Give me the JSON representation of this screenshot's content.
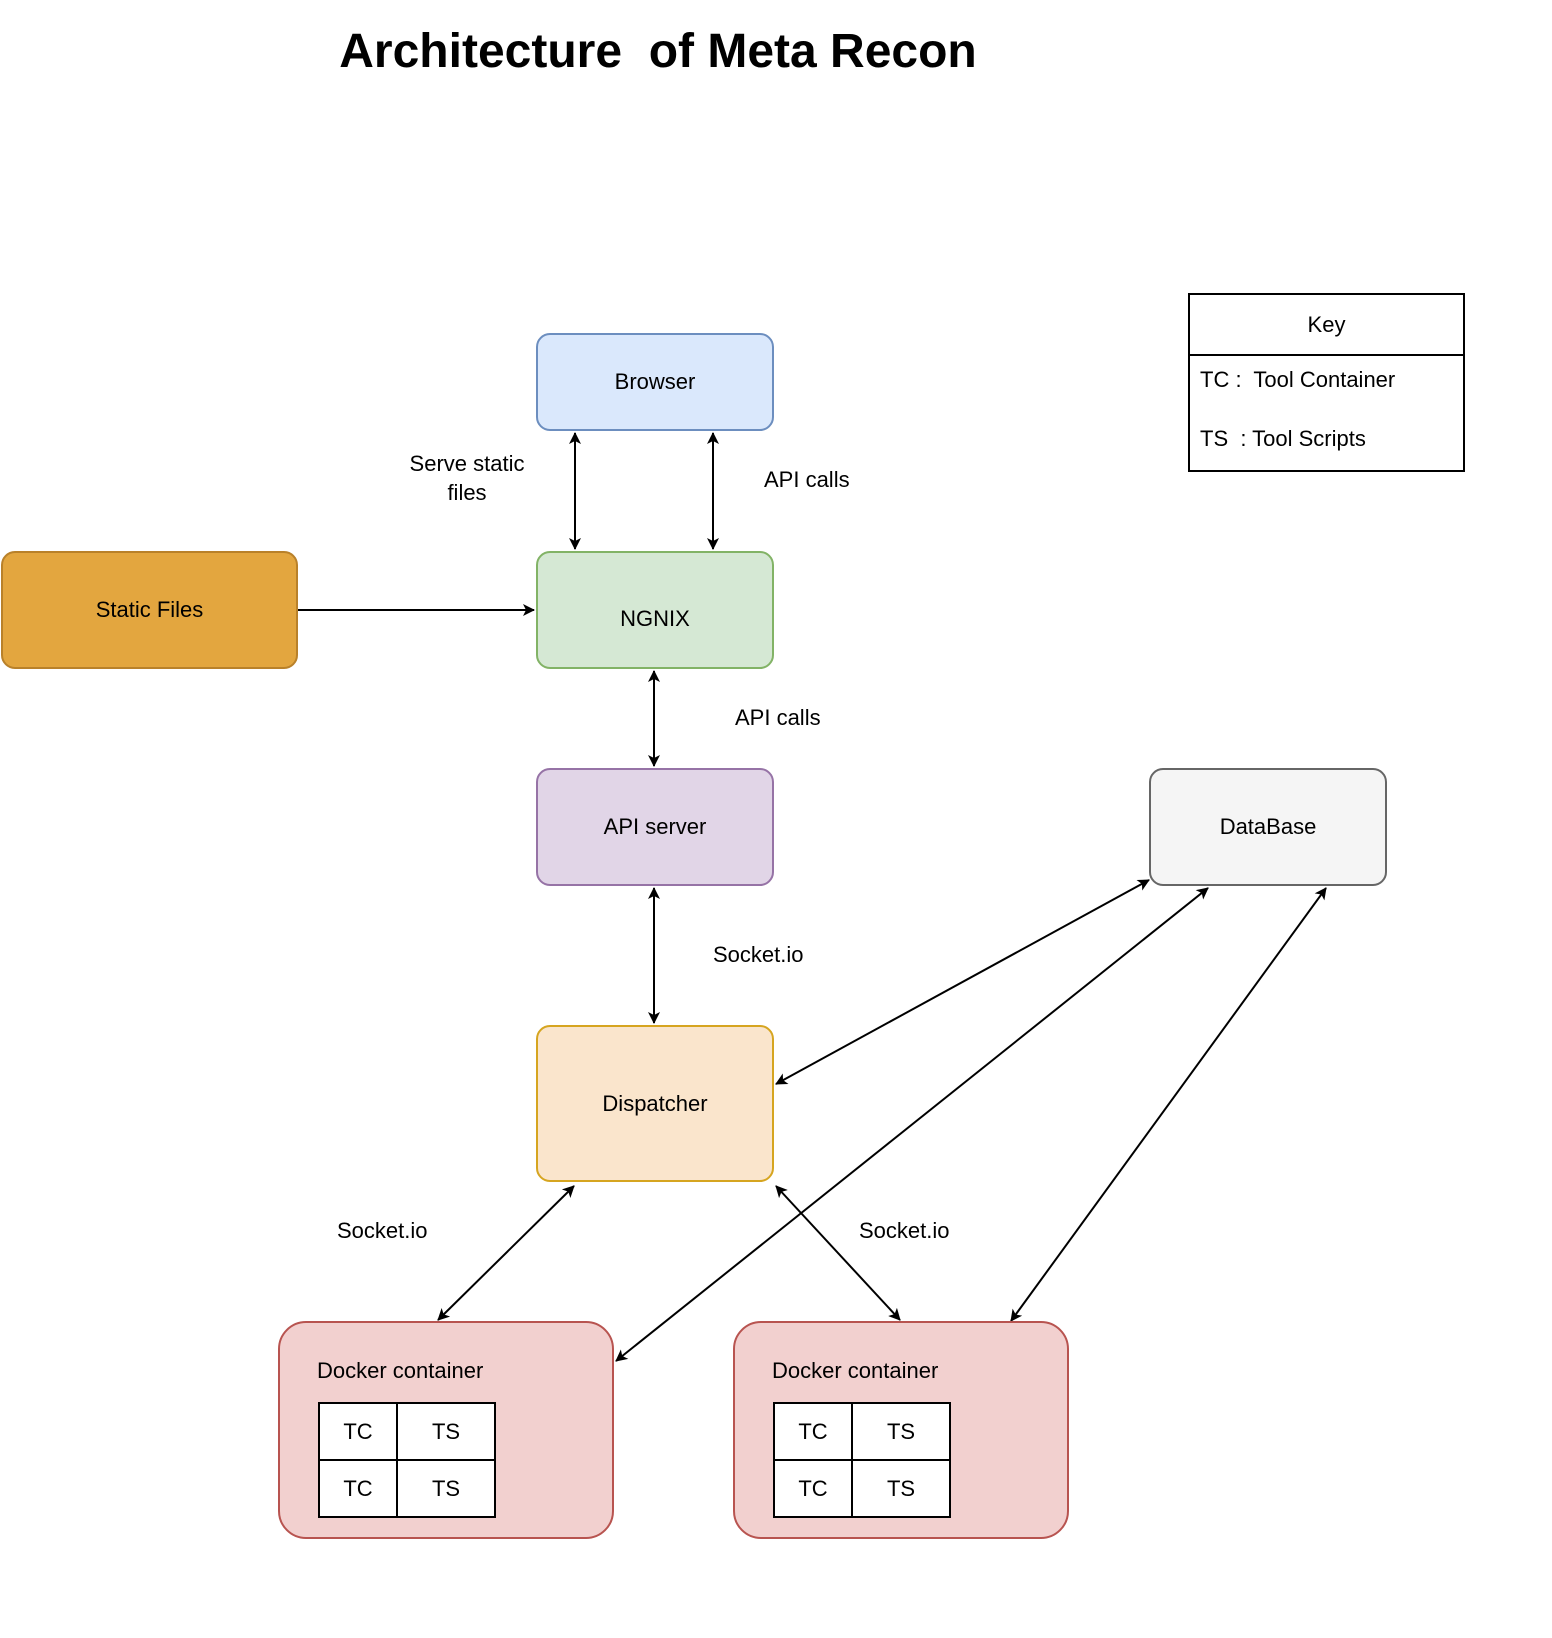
{
  "title": "Architecture  of Meta Recon",
  "nodes": {
    "browser": "Browser",
    "ngnix": "NGNIX",
    "static_files": "Static Files",
    "api_server": "API server",
    "database": "DataBase",
    "dispatcher": "Dispatcher"
  },
  "docker_containers": [
    {
      "label": "Docker container",
      "cells": [
        [
          "TC",
          "TS"
        ],
        [
          "TC",
          "TS"
        ]
      ]
    },
    {
      "label": "Docker container",
      "cells": [
        [
          "TC",
          "TS"
        ],
        [
          "TC",
          "TS"
        ]
      ]
    }
  ],
  "edge_labels": {
    "serve_static_line1": "Serve static",
    "serve_static_line2": "files",
    "browser_ngnix_api": "API calls",
    "ngnix_api_server": "API calls",
    "api_server_dispatcher": "Socket.io",
    "dispatcher_docker_left": "Socket.io",
    "dispatcher_docker_right": "Socket.io"
  },
  "key": {
    "header": "Key",
    "rows": [
      "TC :  Tool Container",
      "TS  : Tool Scripts"
    ]
  },
  "colors": {
    "browser": "#dae8fc",
    "ngnix": "#d5e8d4",
    "static_files": "#e3a63f",
    "api_server": "#e1d5e7",
    "database": "#f5f5f5",
    "dispatcher": "#fae5cc",
    "docker": "#f2d0cf"
  }
}
